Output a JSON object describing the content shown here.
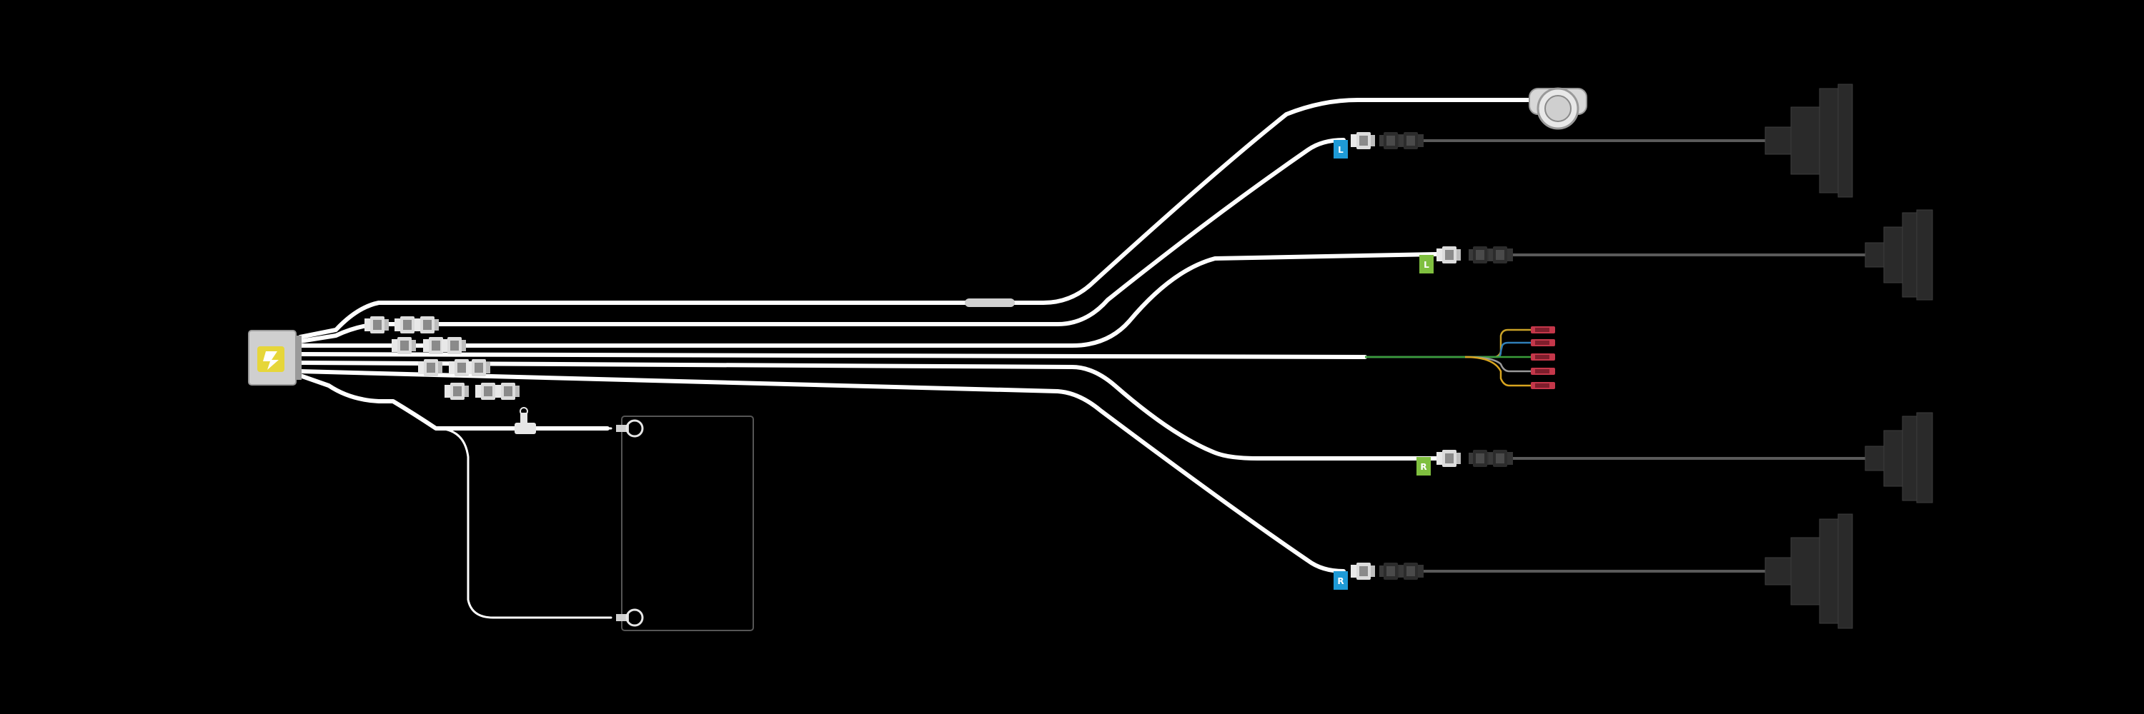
{
  "diagram": {
    "background": "#000000",
    "wire_color": "#ffffff",
    "cable_color": "#5a5a5a",
    "hub": {
      "icon": "lightning-bolt-icon",
      "color": "#e6d63a"
    },
    "tags": {
      "left_blue": {
        "text": "L",
        "color": "#1e9ad6"
      },
      "left_green": {
        "text": "L",
        "color": "#7fbf3f"
      },
      "right_green": {
        "text": "R",
        "color": "#7fbf3f"
      },
      "right_blue": {
        "text": "R",
        "color": "#1e9ad6"
      }
    },
    "tail_wire_colors": [
      "#c9a227",
      "#2f7fb8",
      "#3a9d3a",
      "#9a9a9a",
      "#d9a51f"
    ],
    "terminal_color": "#c4374a",
    "icons": [
      "switch-icon",
      "ring-terminal-icon",
      "inline-fuse-icon",
      "battery-outline-icon",
      "light-bar-icon"
    ]
  }
}
